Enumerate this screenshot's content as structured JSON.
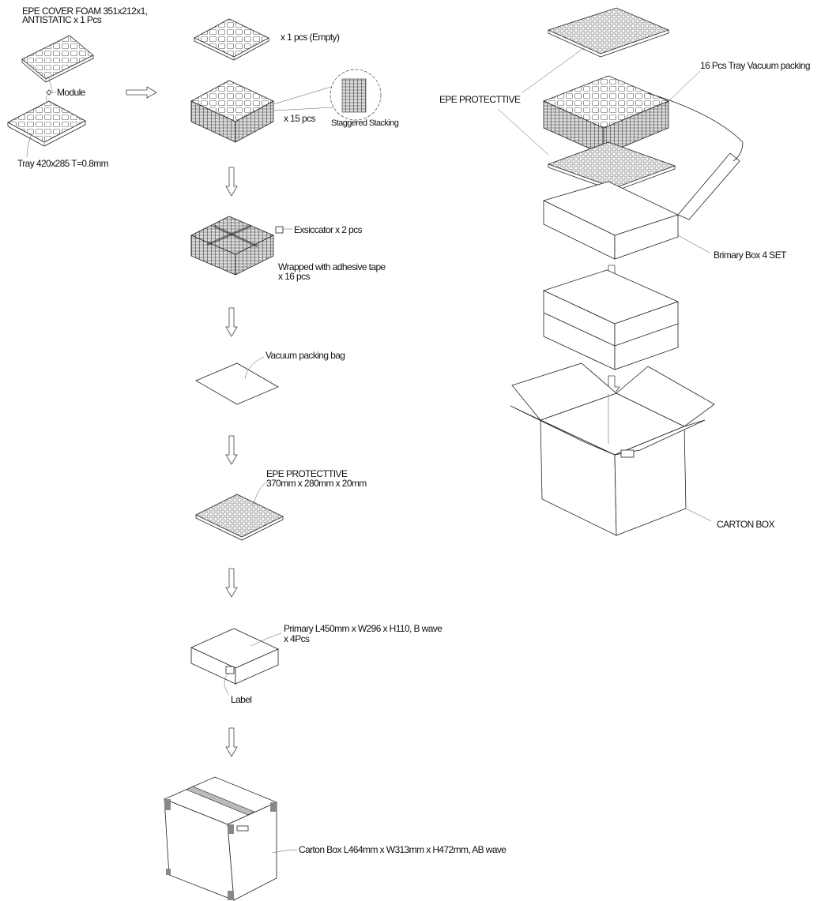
{
  "labels": {
    "epe_cover_foam": "EPE COVER FOAM 351x212x1,",
    "antistatic": "ANTISTATIC x 1 Pcs",
    "module": "Module",
    "tray": "Tray 420x285 T=0.8mm",
    "empty_tray": "x 1 pcs (Empty)",
    "stack_count": "x 15 pcs",
    "staggered": "Staggered Stacking",
    "exsiccator": "Exsiccator x 2 pcs",
    "wrapped_1": "Wrapped with adhesive tape",
    "wrapped_2": "x 16 pcs",
    "vacuum_bag": "Vacuum packing bag",
    "epe_protective_1": "EPE PROTECTTIVE",
    "epe_protective_2": "370mm x 280mm x 20mm",
    "primary_1": "Primary L450mm x W296 x H110, B wave",
    "primary_2": "x 4Pcs",
    "label": "Label",
    "carton_final": "Carton Box L464mm x W313mm x H472mm, AB wave",
    "epe_protective_right": "EPE PROTECTTIVE",
    "tray_vacuum": "16 Pcs Tray Vacuum packing",
    "primary_box_set": "Brimary Box 4 SET",
    "carton_box": "CARTON BOX"
  }
}
